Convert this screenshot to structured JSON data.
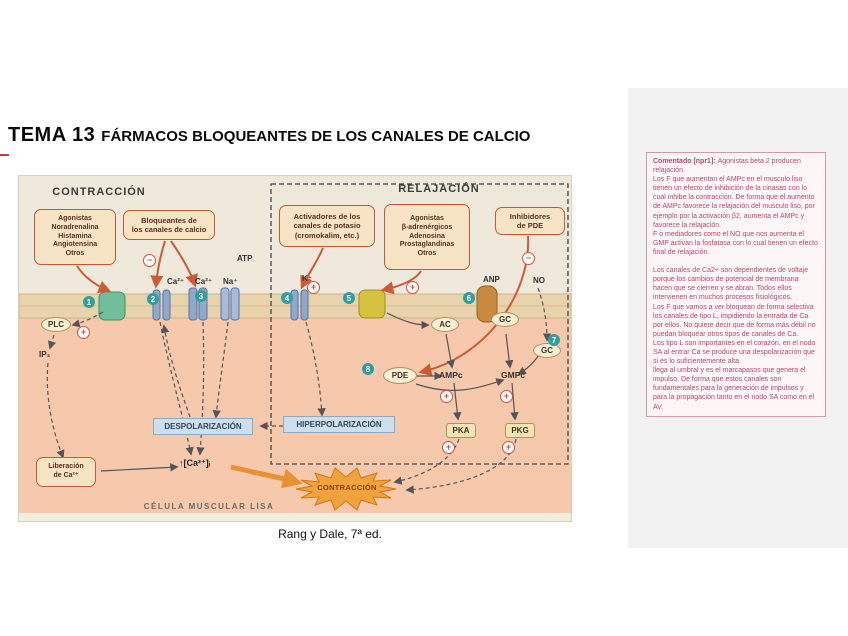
{
  "page": {
    "title_prefix": "TEMA 13 ",
    "title_rest": "FÁRMACOS BLOQUEANTES DE LOS CANALES DE CALCIO",
    "caption": "Rang y Dale, 7ª ed."
  },
  "diagram": {
    "header_left": "CONTRACCIÓN",
    "header_right": "RELAJACIÓN",
    "boxes": {
      "agonists": "Agonistas\nNoradrenalina\nHistamina\nAngiotensina\nOtros",
      "blockers": "Bloqueantes de\nlos canales de calcio",
      "k_activators": "Activadores de los\ncanales de potasio\n(cromokalim, etc.)",
      "beta_agonists": "Agonistas\nβ-adrenérgicos\nAdenosina\nProstaglandinas\nOtros",
      "pde_inhibitors": "Inhibidores\nde PDE",
      "ca_release": "Liberación\nde Ca²⁺",
      "depolarization": "DESPOLARIZACIÓN",
      "hyperpolarization": "HIPERPOLARIZACIÓN"
    },
    "labels": {
      "plc": "PLC",
      "ip3": "IP₃",
      "ca_a": "Ca²⁺",
      "ca_b": "Ca²⁺",
      "na": "Na⁺",
      "atp": "ATP",
      "k": "K⁺",
      "anp": "ANP",
      "no": "NO",
      "ac": "AC",
      "gc_top": "GC",
      "gc_low": "GC",
      "pde": "PDE",
      "ampc": "AMPc",
      "gmpc": "GMPc",
      "pka": "PKA",
      "pkg": "PKG",
      "ca_i": "↑[Ca²⁺]ᵢ",
      "burst": "CONTRACCIÓN",
      "cell": "CÉLULA MUSCULAR LISA"
    },
    "numbers": [
      "1",
      "2",
      "3",
      "4",
      "5",
      "6",
      "7",
      "8"
    ],
    "signs": [
      "−",
      "+",
      "+",
      "−",
      "+",
      "+",
      "+",
      "+",
      "+"
    ]
  },
  "comment": {
    "label": "Comentado [npr1]: ",
    "text": "Agonistas beta 2 producen relajación.\nLos F que aumentan el AMPc en el musculo liso tienen un efecto de inhibición de la cinasas con lo cual inhibe la contracción. De forma que el aumento de AMPc favorece la relajación del musculo liso, por ejemplo por la activación β2, aumenta el AMPc y favorece la relajación.\nF o mediadores como el NO que nos aumenta el GMP activan la fosfatasa con lo cual tienen un efecto final de relajación.\n\nLos canales de Ca2+ son dependientes de voltaje porque los cambios de potencial de membrana hacen que se cierren y se abran. Todos ellos intervienen en muchos procesos fisiológicos.\nLos F que vamos a ver bloquean de forma selectiva los canales de tipo L, impidiendo la entrada de Ca por ellos. No quiere decir que de forma más débil no puedan bloquear otros tipos de canales de Ca.\nLos tipo L son importantes en el corazón, en el nodo SA al entrar Ca se produce una despolarización que si es lo suficientemente alta\nllega al umbral y es el marcapasos que genera el impulso. De forma que estos canales son fundamentales para la generación de impulsos y para la propagación tanto en el nodo SA como en el AV."
  },
  "colors": {
    "box_border": "#c05a3a",
    "box_fill": "#f7e4c4",
    "drug_arrow": "#cf5a38",
    "burst_fill": "#f0a23c",
    "cell_fill": "#f6c9ad",
    "membrane_fill": "#e8d3ac",
    "comment_text": "#b8486a",
    "marker_circle": "#2f9fa0"
  }
}
